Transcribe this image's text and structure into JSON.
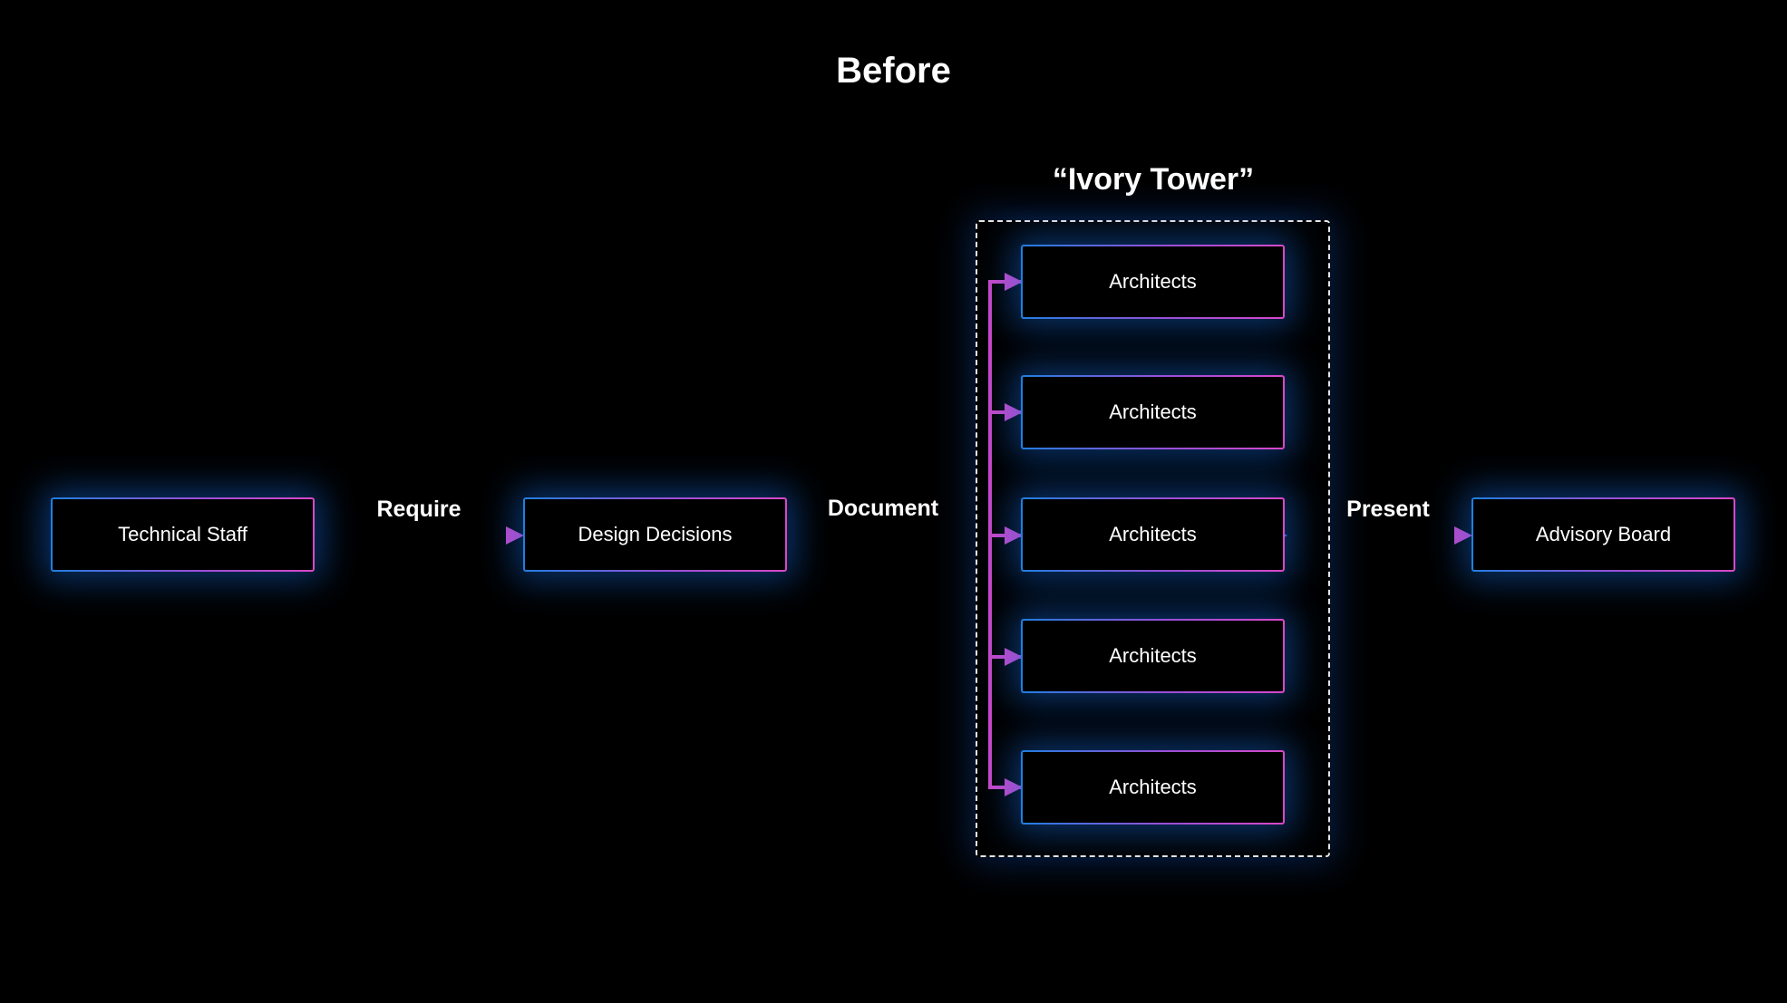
{
  "title": "Before",
  "group": {
    "title": "“Ivory Tower”"
  },
  "nodes": {
    "technical_staff": "Technical Staff",
    "design_decisions": "Design Decisions",
    "architects": [
      "Architects",
      "Architects",
      "Architects",
      "Architects",
      "Architects"
    ],
    "advisory_board": "Advisory Board"
  },
  "edges": {
    "require": "Require",
    "document": "Document",
    "present": "Present"
  },
  "colors": {
    "background": "#000000",
    "gradient_start": "#1f7fe0",
    "gradient_end": "#d848c8",
    "glow": "#146ee6",
    "dashed_border": "#e6e6e6",
    "text": "#ffffff"
  }
}
